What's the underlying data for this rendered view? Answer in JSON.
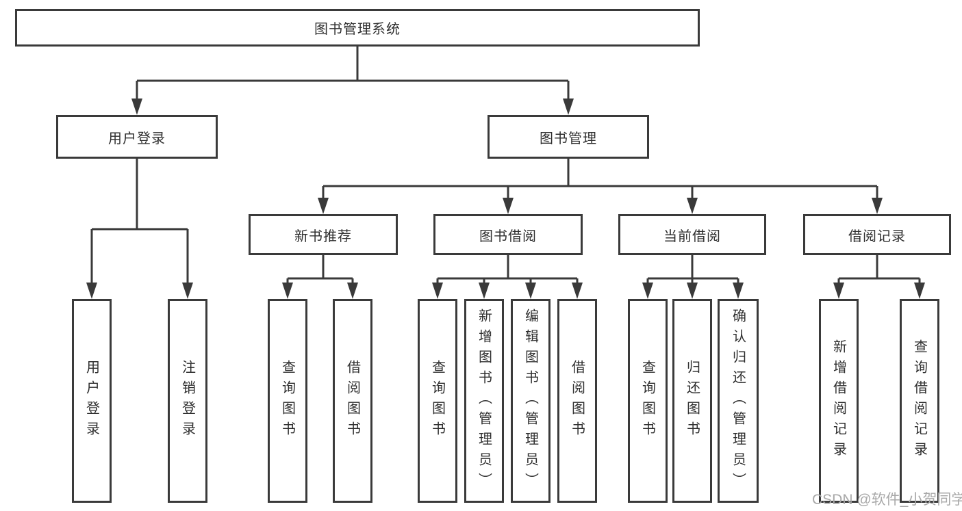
{
  "tree": {
    "label": "图书管理系统",
    "children": [
      {
        "label": "用户登录",
        "children": [
          {
            "label": "用户登录"
          },
          {
            "label": "注销登录"
          }
        ]
      },
      {
        "label": "图书管理",
        "children": [
          {
            "label": "新书推荐",
            "children": [
              {
                "label": "查询图书"
              },
              {
                "label": "借阅图书"
              }
            ]
          },
          {
            "label": "图书借阅",
            "children": [
              {
                "label": "查询图书"
              },
              {
                "label": "新增图书（管理员）"
              },
              {
                "label": "编辑图书（管理员）"
              },
              {
                "label": "借阅图书"
              }
            ]
          },
          {
            "label": "当前借阅",
            "children": [
              {
                "label": "查询图书"
              },
              {
                "label": "归还图书"
              },
              {
                "label": "确认归还（管理员）"
              }
            ]
          },
          {
            "label": "借阅记录",
            "children": [
              {
                "label": "新增借阅记录"
              },
              {
                "label": "查询借阅记录"
              }
            ]
          }
        ]
      }
    ]
  },
  "watermark": "CSDN @软件_小贺同学",
  "colors": {
    "line": "#3a3a3a",
    "text": "#2f2f2f",
    "watermark": "#a8a8a8",
    "background": "#ffffff"
  }
}
